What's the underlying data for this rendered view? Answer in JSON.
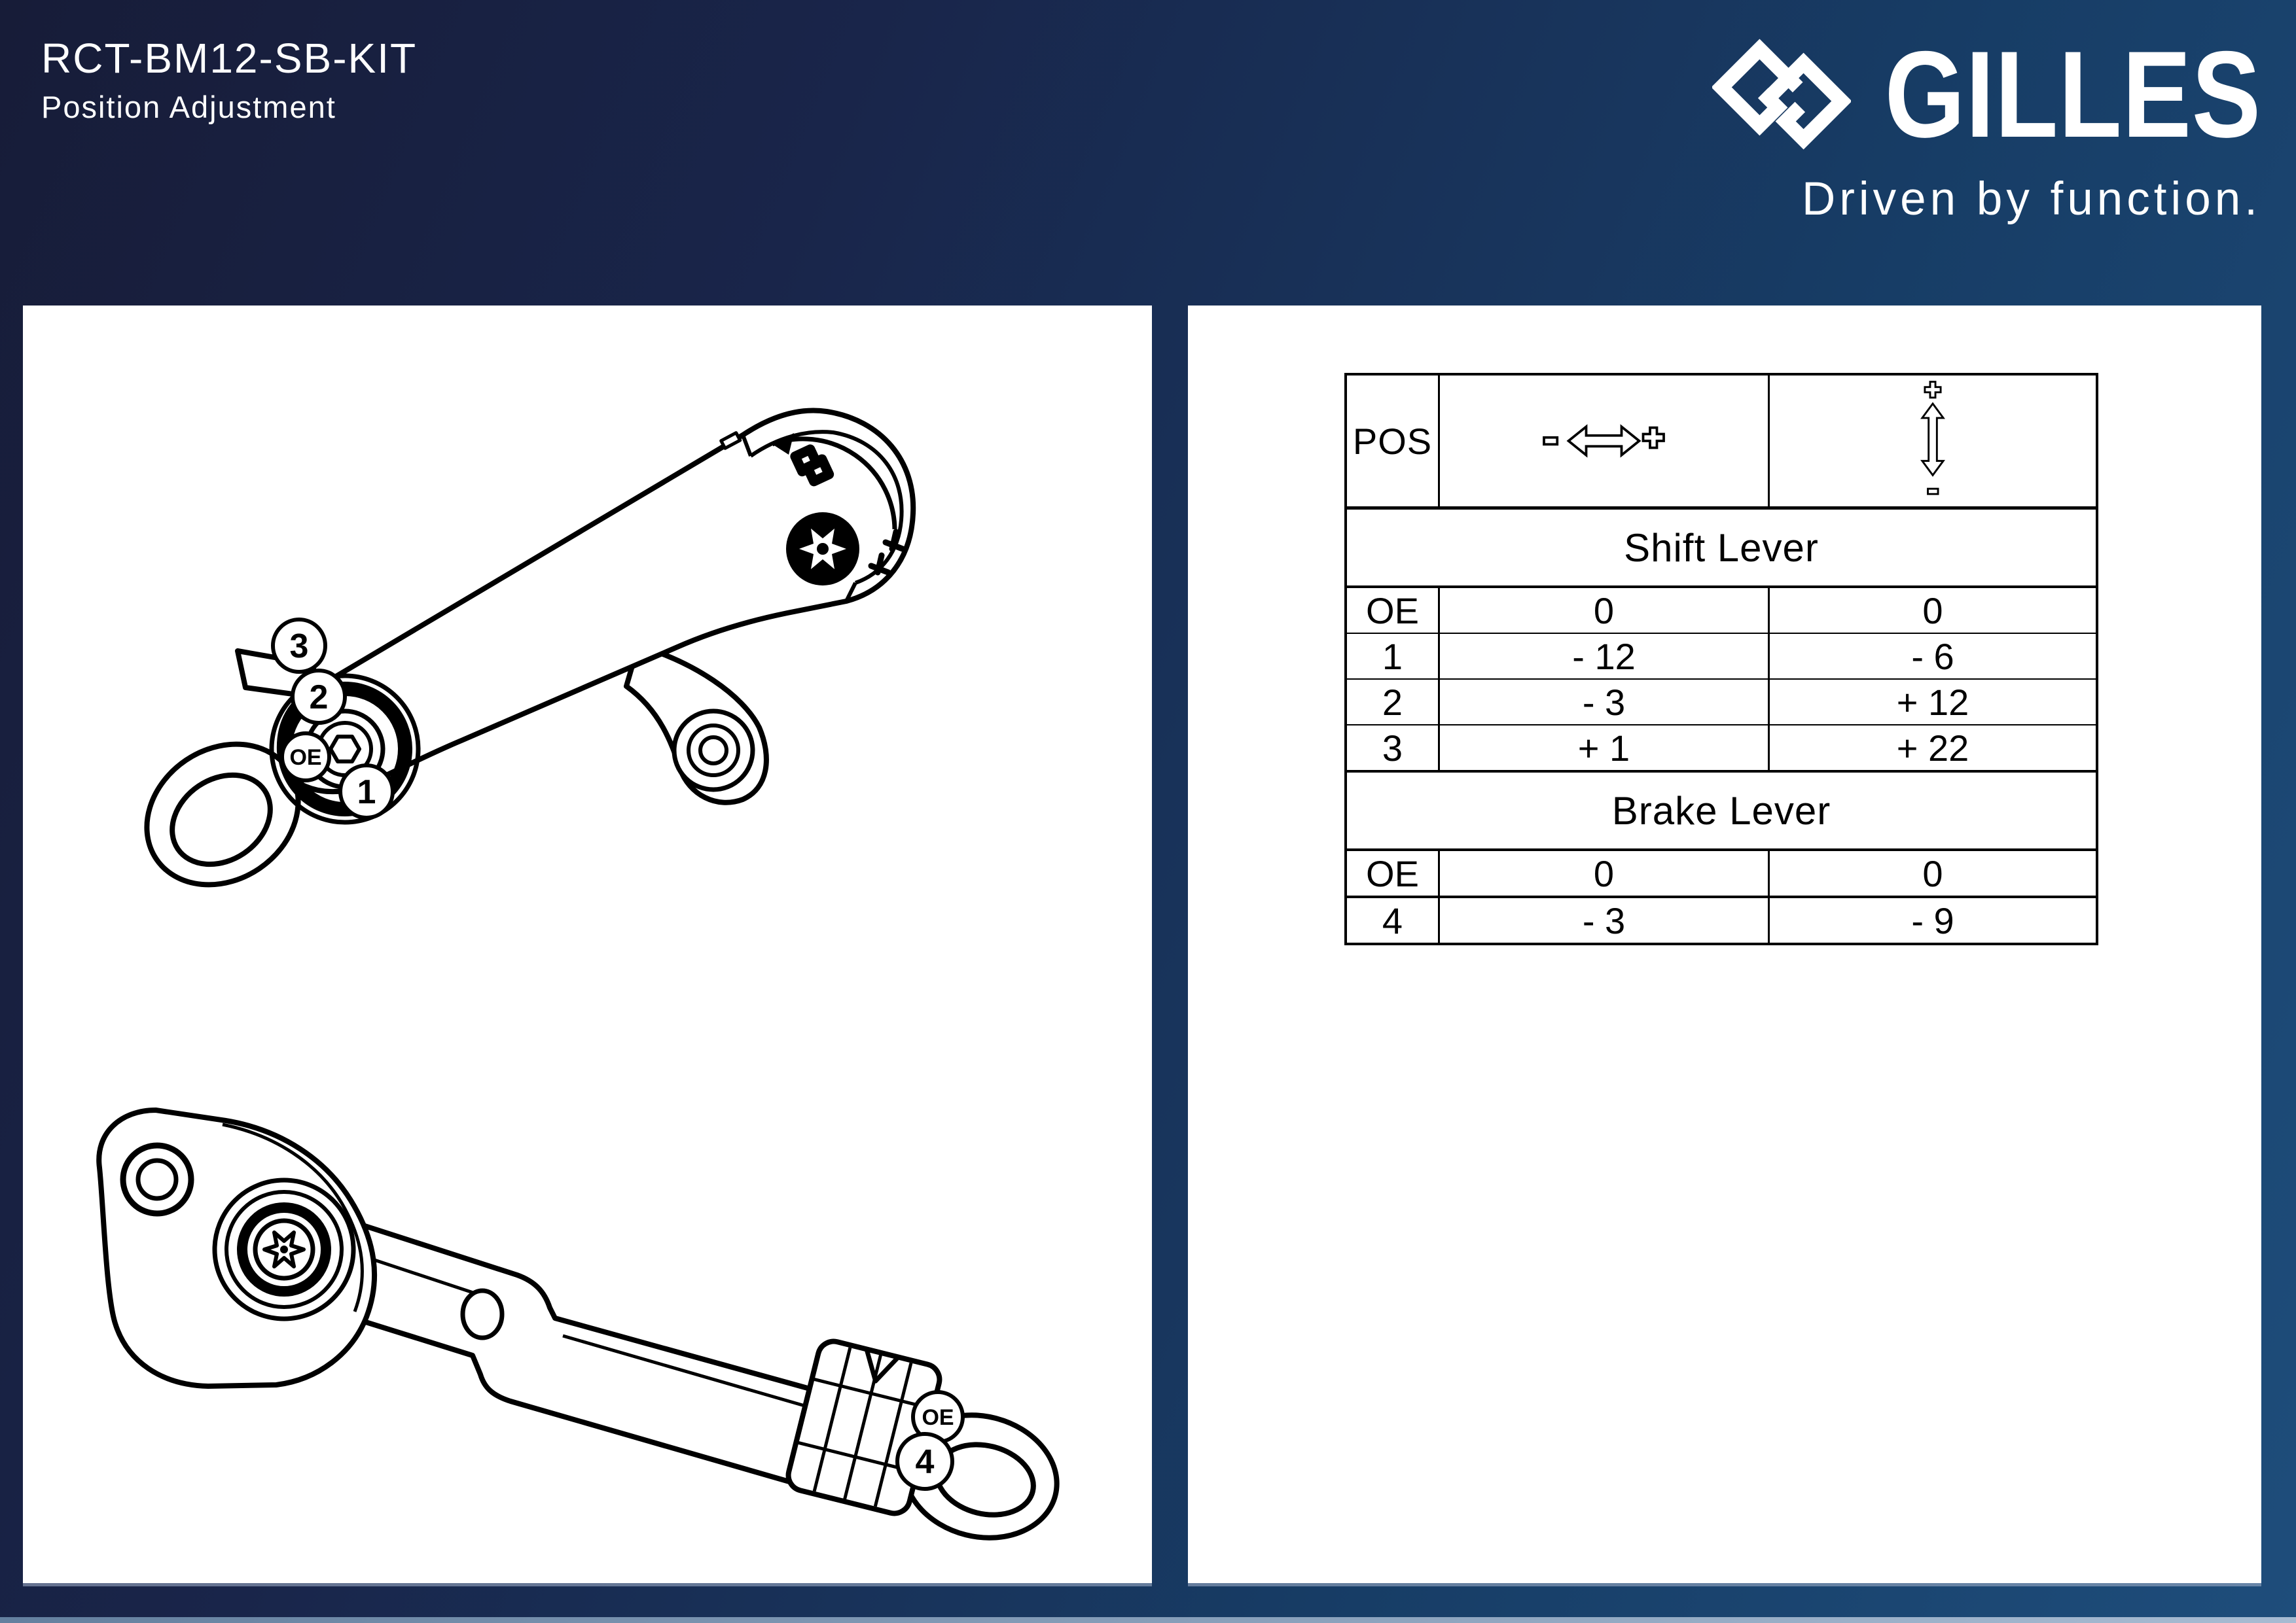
{
  "header": {
    "product_code": "RCT-BM12-SB-KIT",
    "subtitle": "Position Adjustment"
  },
  "brand": {
    "name": "GILLES",
    "tagline": "Driven by function."
  },
  "drawings": {
    "shift_lever": {
      "callout_3": "3",
      "callout_2": "2",
      "callout_1": "1",
      "oe_label": "OE"
    },
    "brake_lever": {
      "callout_4": "4",
      "oe_label": "OE"
    }
  },
  "table": {
    "pos_header": "POS",
    "column_icons": [
      {
        "name": "horizontal-adjustment-icon",
        "glyph": "- ⇔ +"
      },
      {
        "name": "vertical-adjustment-icon",
        "glyph": "+ ⇕ -"
      }
    ],
    "sections": [
      {
        "title": "Shift Lever",
        "rows": [
          {
            "pos": "OE",
            "horizontal": "0",
            "vertical": "0"
          },
          {
            "pos": "1",
            "horizontal": "- 12",
            "vertical": "- 6"
          },
          {
            "pos": "2",
            "horizontal": "- 3",
            "vertical": "+ 12"
          },
          {
            "pos": "3",
            "horizontal": "+ 1",
            "vertical": "+ 22"
          }
        ]
      },
      {
        "title": "Brake Lever",
        "rows": [
          {
            "pos": "OE",
            "horizontal": "0",
            "vertical": "0"
          },
          {
            "pos": "4",
            "horizontal": "- 3",
            "vertical": "- 9"
          }
        ]
      }
    ]
  },
  "colors": {
    "navy_dark": "#171c38",
    "navy_light": "#1e4d7b",
    "panel": "#ffffff",
    "line": "#000000",
    "footer_strip": "#8aa0bd",
    "text": "#ffffff"
  }
}
